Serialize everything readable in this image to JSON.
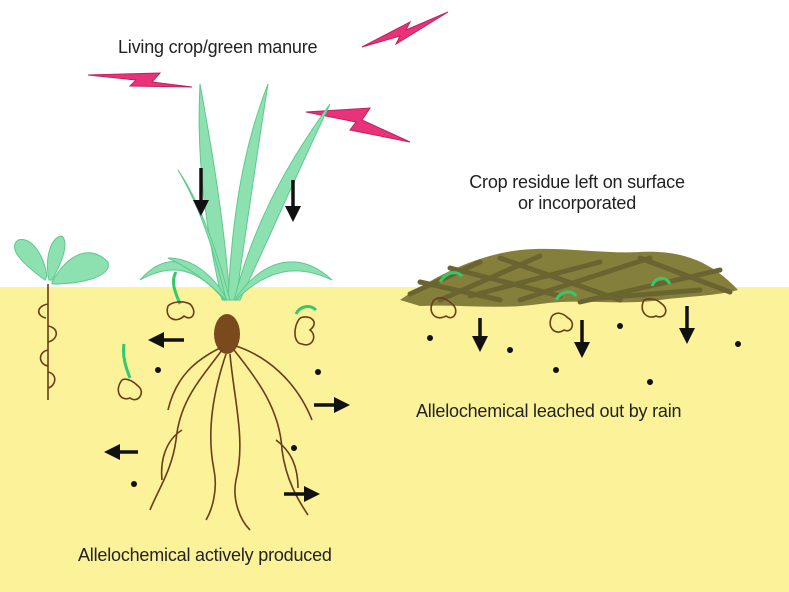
{
  "labels": {
    "living_crop": "Living crop/green manure",
    "residue_line1": "Crop residue left on surface",
    "residue_line2": "or incorporated",
    "leached": "Allelochemical leached out by rain",
    "produced": "Allelochemical actively produced"
  },
  "colors": {
    "soil": "#fbf29a",
    "plant_green": "#8de0b0",
    "plant_green_dark": "#5ec98d",
    "weed_green": "#35c96b",
    "residue": "#857f3c",
    "residue_dark": "#6a6530",
    "root": "#6b3d1a",
    "seed": "#7a4a1c",
    "lightning": "#e8337a",
    "arrow": "#111111"
  },
  "icons": {
    "energy": "lightning-icon",
    "movement": "arrow-icon",
    "chemical": "dot-icon"
  }
}
